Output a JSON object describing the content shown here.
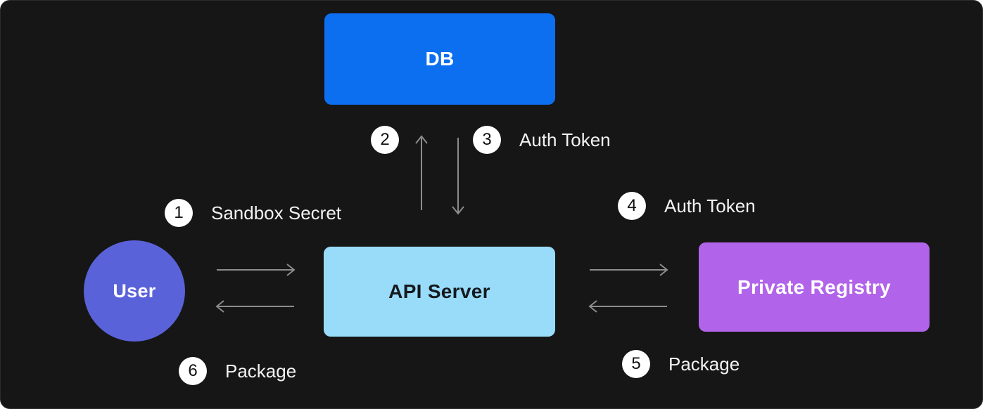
{
  "diagram": {
    "background_color": "#161616",
    "arrow_color": "#8c8c8c",
    "nodes": {
      "db": {
        "label": "DB",
        "color": "#0c6ff0",
        "text_color": "#ffffff",
        "shape": "rect"
      },
      "api_server": {
        "label": "API Server",
        "color": "#99dcfa",
        "text_color": "#15191e",
        "shape": "rect"
      },
      "private_registry": {
        "label": "Private Registry",
        "color": "#b164e9",
        "text_color": "#ffffff",
        "shape": "rect"
      },
      "user": {
        "label": "User",
        "color": "#5a62da",
        "text_color": "#ffffff",
        "shape": "circle"
      }
    },
    "steps": [
      {
        "number": "1",
        "label": "Sandbox Secret"
      },
      {
        "number": "2",
        "label": ""
      },
      {
        "number": "3",
        "label": "Auth Token"
      },
      {
        "number": "4",
        "label": "Auth Token"
      },
      {
        "number": "5",
        "label": "Package"
      },
      {
        "number": "6",
        "label": "Package"
      }
    ],
    "connections": [
      {
        "from": "api_server",
        "to": "db",
        "direction": "up"
      },
      {
        "from": "db",
        "to": "api_server",
        "direction": "down"
      },
      {
        "from": "user",
        "to": "api_server",
        "direction": "right"
      },
      {
        "from": "api_server",
        "to": "user",
        "direction": "left"
      },
      {
        "from": "api_server",
        "to": "private_registry",
        "direction": "right"
      },
      {
        "from": "private_registry",
        "to": "api_server",
        "direction": "left"
      }
    ]
  }
}
